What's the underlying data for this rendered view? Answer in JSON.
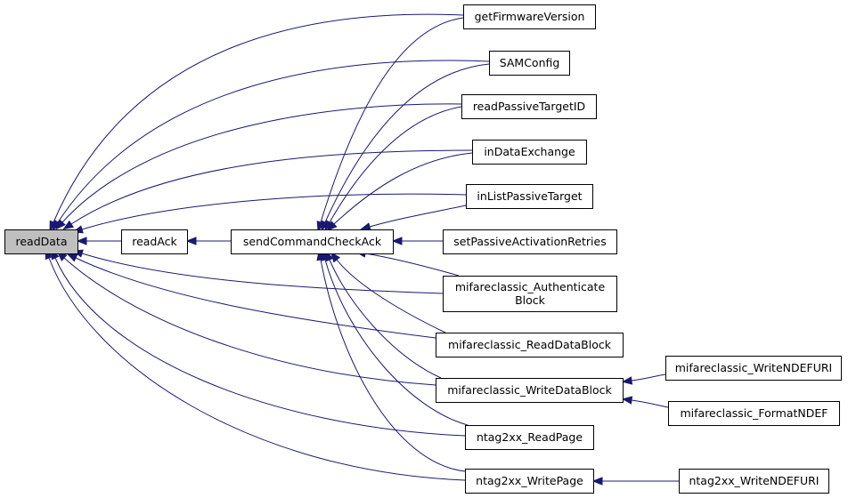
{
  "colors": {
    "edge": "#191970",
    "node_fill": "#ffffff",
    "root_fill": "#bfbfbf",
    "border": "#000000"
  },
  "nodes": {
    "readData": {
      "lines": [
        "readData"
      ]
    },
    "readAck": {
      "lines": [
        "readAck"
      ]
    },
    "sendCommandCheckAck": {
      "lines": [
        "sendCommandCheckAck"
      ]
    },
    "getFirmwareVersion": {
      "lines": [
        "getFirmwareVersion"
      ]
    },
    "SAMConfig": {
      "lines": [
        "SAMConfig"
      ]
    },
    "readPassiveTargetID": {
      "lines": [
        "readPassiveTargetID"
      ]
    },
    "inDataExchange": {
      "lines": [
        "inDataExchange"
      ]
    },
    "inListPassiveTarget": {
      "lines": [
        "inListPassiveTarget"
      ]
    },
    "setPassiveActivationRetries": {
      "lines": [
        "setPassiveActivationRetries"
      ]
    },
    "mifareclassic_AuthenticateBlock": {
      "lines": [
        "mifareclassic_Authenticate",
        "Block"
      ]
    },
    "mifareclassic_ReadDataBlock": {
      "lines": [
        "mifareclassic_ReadDataBlock"
      ]
    },
    "mifareclassic_WriteDataBlock": {
      "lines": [
        "mifareclassic_WriteDataBlock"
      ]
    },
    "ntag2xx_ReadPage": {
      "lines": [
        "ntag2xx_ReadPage"
      ]
    },
    "ntag2xx_WritePage": {
      "lines": [
        "ntag2xx_WritePage"
      ]
    },
    "mifareclassic_WriteNDEFURI": {
      "lines": [
        "mifareclassic_WriteNDEFURI"
      ]
    },
    "mifareclassic_FormatNDEF": {
      "lines": [
        "mifareclassic_FormatNDEF"
      ]
    },
    "ntag2xx_WriteNDEFURI": {
      "lines": [
        "ntag2xx_WriteNDEFURI"
      ]
    }
  },
  "edges": [
    [
      "readAck",
      "readData"
    ],
    [
      "sendCommandCheckAck",
      "readAck"
    ],
    [
      "getFirmwareVersion",
      "readData"
    ],
    [
      "SAMConfig",
      "readData"
    ],
    [
      "readPassiveTargetID",
      "readData"
    ],
    [
      "inDataExchange",
      "readData"
    ],
    [
      "inListPassiveTarget",
      "readData"
    ],
    [
      "mifareclassic_AuthenticateBlock",
      "readData"
    ],
    [
      "mifareclassic_ReadDataBlock",
      "readData"
    ],
    [
      "mifareclassic_WriteDataBlock",
      "readData"
    ],
    [
      "ntag2xx_ReadPage",
      "readData"
    ],
    [
      "ntag2xx_WritePage",
      "readData"
    ],
    [
      "getFirmwareVersion",
      "sendCommandCheckAck"
    ],
    [
      "SAMConfig",
      "sendCommandCheckAck"
    ],
    [
      "readPassiveTargetID",
      "sendCommandCheckAck"
    ],
    [
      "inDataExchange",
      "sendCommandCheckAck"
    ],
    [
      "inListPassiveTarget",
      "sendCommandCheckAck"
    ],
    [
      "setPassiveActivationRetries",
      "sendCommandCheckAck"
    ],
    [
      "mifareclassic_AuthenticateBlock",
      "sendCommandCheckAck"
    ],
    [
      "mifareclassic_ReadDataBlock",
      "sendCommandCheckAck"
    ],
    [
      "mifareclassic_WriteDataBlock",
      "sendCommandCheckAck"
    ],
    [
      "ntag2xx_ReadPage",
      "sendCommandCheckAck"
    ],
    [
      "ntag2xx_WritePage",
      "sendCommandCheckAck"
    ],
    [
      "mifareclassic_WriteNDEFURI",
      "mifareclassic_WriteDataBlock"
    ],
    [
      "mifareclassic_FormatNDEF",
      "mifareclassic_WriteDataBlock"
    ],
    [
      "ntag2xx_WriteNDEFURI",
      "ntag2xx_WritePage"
    ]
  ]
}
